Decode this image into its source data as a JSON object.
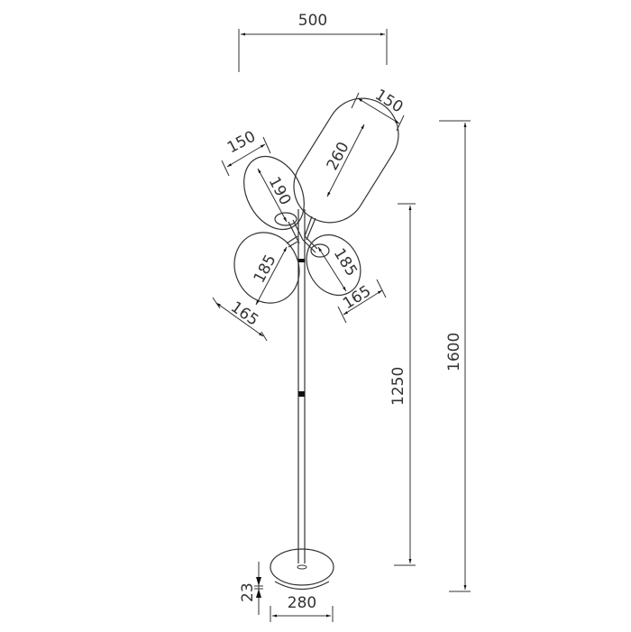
{
  "drawing": {
    "subject": "Floor lamp dimension drawing",
    "units": "mm",
    "dimensions": {
      "overall_width": "500",
      "overall_height": "1600",
      "stem_height": "1250",
      "upper_right_shade_width": "150",
      "upper_right_shade_length": "260",
      "upper_left_shade_width": "150",
      "upper_left_shade_length": "190",
      "lower_left_shade_length": "185",
      "lower_left_shade_width": "165",
      "lower_right_shade_length": "185",
      "lower_right_shade_width": "165",
      "base_diameter": "280",
      "base_height": "23"
    },
    "colors": {
      "line": "#333333",
      "background": "#ffffff",
      "accent": "#000000"
    }
  }
}
